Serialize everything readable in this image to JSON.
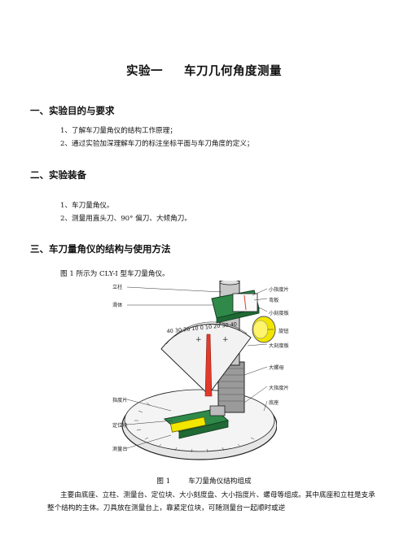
{
  "title": {
    "number": "实验一",
    "name": "车刀几何角度测量"
  },
  "sections": [
    {
      "heading": "一、实验目的与要求",
      "items": [
        "1、了解车刀量角仪的结构工作原理；",
        "2、通过实验加深理解车刀的标注坐标平面与车刀角度的定义；"
      ]
    },
    {
      "heading": "二、实验装备",
      "items": [
        "1、车刀量角仪。",
        "2、测量用直头刀、90° 偏刀、大倾角刀。"
      ]
    },
    {
      "heading": "三、车刀量角仪的结构与使用方法",
      "intro": "图 1 所示为 CLY-I 型车刀量角仪。"
    }
  ],
  "figure": {
    "caption_number": "图 1",
    "caption_text": "车刀量角仪结构组成",
    "labels": {
      "left": [
        "立柱",
        "滑体",
        "指度片",
        "定位块",
        "测量台"
      ],
      "right": [
        "小指度片",
        "弯板",
        "小刻度板",
        "旋钮",
        "大刻度板",
        "大螺母",
        "大指度片",
        "底座"
      ]
    },
    "scale_text": "40 30 20 10 0 10 20 30 40"
  },
  "body_text": "主要由底座、立柱、测量台、定位块、大小刻度盘、大小指度片、螺母等组成。其中底座和立柱是支承整个结构的主体。刀具放在测量台上，靠紧定位块，可随测量台一起顺时或逆",
  "colors": {
    "green": "#2f8a4a",
    "yellow": "#f2e600",
    "red": "#e23a2a",
    "dark": "#222222"
  }
}
